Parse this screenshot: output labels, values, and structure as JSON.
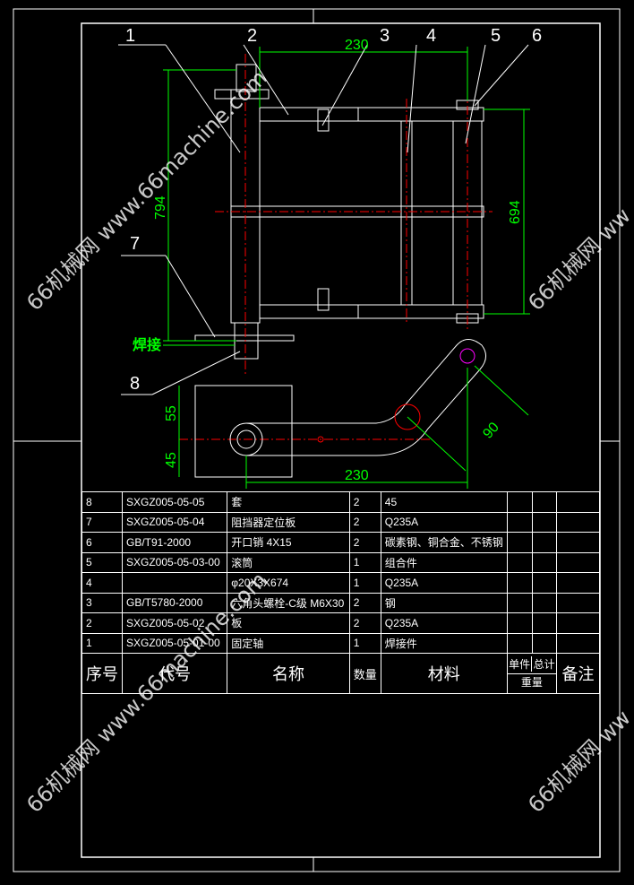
{
  "callouts": [
    "1",
    "2",
    "3",
    "4",
    "5",
    "6",
    "7",
    "8"
  ],
  "dimensions": {
    "top_width": "230",
    "left_height": "794",
    "right_height": "694",
    "bottom_width": "230",
    "upper_gap": "55",
    "lower_gap": "45",
    "diagonal": "90"
  },
  "annotation_weld": "焊接",
  "watermark": {
    "diag_1": "66机械网 www.66machine.com",
    "left_mid": "66机械网",
    "right_mid": "66机械网 ww",
    "diag_2": "66机械网 www.66machine.com",
    "right_low": "66机械网 ww"
  },
  "bom": {
    "rows": [
      {
        "no": "8",
        "code": "SXGZ005-05-05",
        "name": "套",
        "qty": "2",
        "material": "45"
      },
      {
        "no": "7",
        "code": "SXGZ005-05-04",
        "name": "阻挡器定位板",
        "qty": "2",
        "material": "Q235A"
      },
      {
        "no": "6",
        "code": "GB/T91-2000",
        "name": "开口销 4X15",
        "qty": "2",
        "material": "碳素钢、铜合金、不锈钢"
      },
      {
        "no": "5",
        "code": "SXGZ005-05-03-00",
        "name": "滚筒",
        "qty": "1",
        "material": "组合件"
      },
      {
        "no": "4",
        "code": "",
        "name": "φ20X3X674",
        "qty": "1",
        "material": "Q235A"
      },
      {
        "no": "3",
        "code": "GB/T5780-2000",
        "name": "六角头螺栓-C级 M6X30",
        "qty": "2",
        "material": "钢"
      },
      {
        "no": "2",
        "code": "SXGZ005-05-02",
        "name": "板",
        "qty": "2",
        "material": "Q235A"
      },
      {
        "no": "1",
        "code": "SXGZ005-05-01-00",
        "name": "固定轴",
        "qty": "1",
        "material": "焊接件"
      }
    ],
    "header": {
      "no": "序号",
      "code": "代号",
      "name": "名称",
      "qty": "数量",
      "material": "材料",
      "unit": "单件",
      "total": "总计",
      "weight": "重量",
      "remark": "备注"
    }
  },
  "colors": {
    "line": "#ffffff",
    "dim": "#00ff00",
    "center": "#ff0000",
    "accent": "#ff00ff"
  }
}
